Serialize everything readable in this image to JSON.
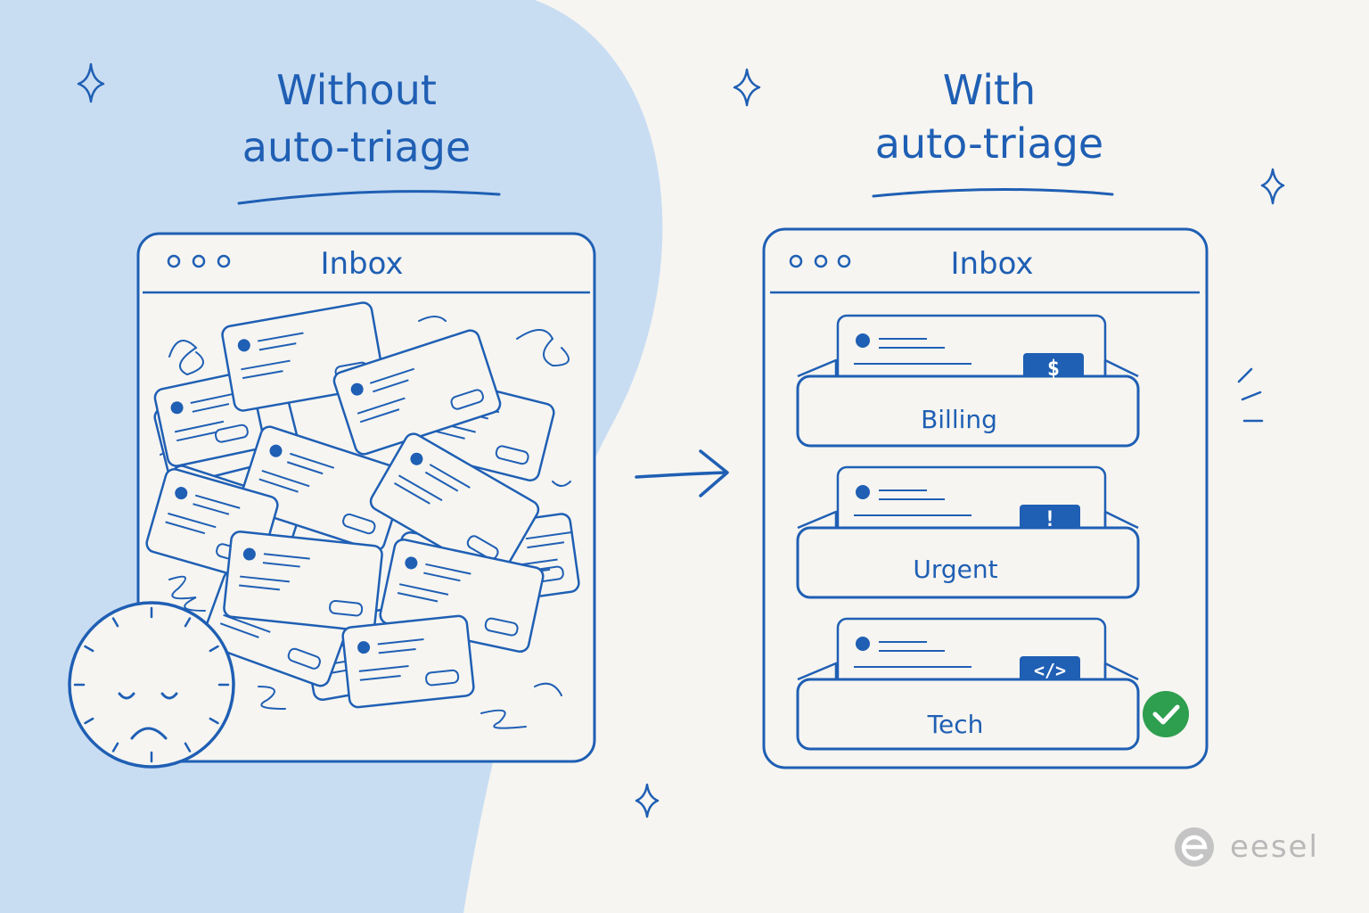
{
  "left_panel": {
    "heading_line1": "Without",
    "heading_line2": "auto-triage",
    "window_title": "Inbox",
    "mood_icon": "sad-face-icon"
  },
  "right_panel": {
    "heading_line1": "With",
    "heading_line2": "auto-triage",
    "window_title": "Inbox",
    "trays": [
      {
        "label": "Billing",
        "badge_icon": "dollar-icon",
        "badge_glyph": "$"
      },
      {
        "label": "Urgent",
        "badge_icon": "exclamation-icon",
        "badge_glyph": "!"
      },
      {
        "label": "Tech",
        "badge_icon": "code-icon",
        "badge_glyph": "</>"
      }
    ],
    "status_icon": "check-icon"
  },
  "brand": {
    "logo_icon": "eesel-logo-icon",
    "name": "eesel"
  },
  "colors": {
    "ink": "#1f5fb4",
    "blob": "#c9ddf2",
    "paper": "#f6f5f1",
    "success": "#2e9e4f",
    "brand_gray": "#b9b9b9"
  }
}
